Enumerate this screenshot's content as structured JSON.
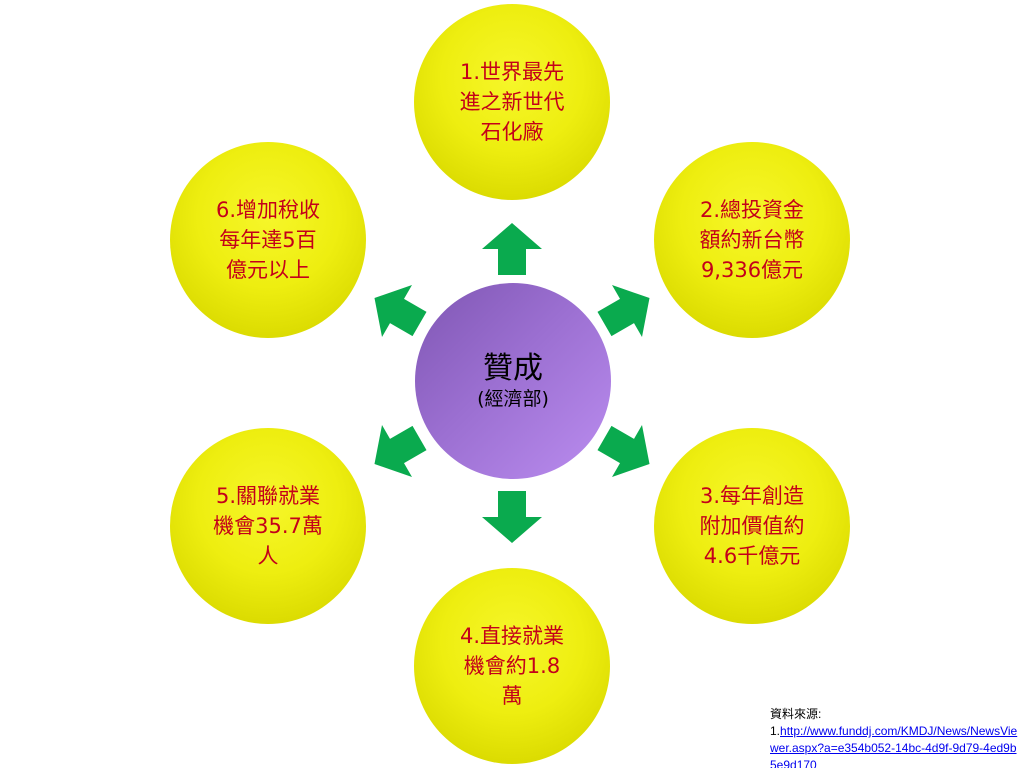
{
  "center": {
    "title": "贊成",
    "subtitle": "(經濟部)"
  },
  "nodes": [
    {
      "text": "1.世界最先\n進之新世代\n石化廠"
    },
    {
      "text": "2.總投資金\n額約新台幣\n9,336億元"
    },
    {
      "text": "3.每年創造\n附加價值約\n4.6千億元"
    },
    {
      "text": "4.直接就業\n機會約1.8\n萬"
    },
    {
      "text": "5.關聯就業\n機會35.7萬\n人"
    },
    {
      "text": "6.增加稅收\n每年達5百\n億元以上"
    }
  ],
  "source": {
    "label": "資料來源:",
    "prefix": "1.",
    "link_text": "http://www.funddj.com/KMDJ/News/NewsViewer.aspx?a=e354b052-14bc-4d9f-9d79-4ed9b5e9d170"
  },
  "colors": {
    "node_fill": "#eeee10",
    "node_text": "#c4001a",
    "center_fill": "#9b6fd1",
    "arrow_fill": "#0aaa4e",
    "link": "#0000ee"
  },
  "icons": {
    "arrow": "arrow-icon"
  }
}
